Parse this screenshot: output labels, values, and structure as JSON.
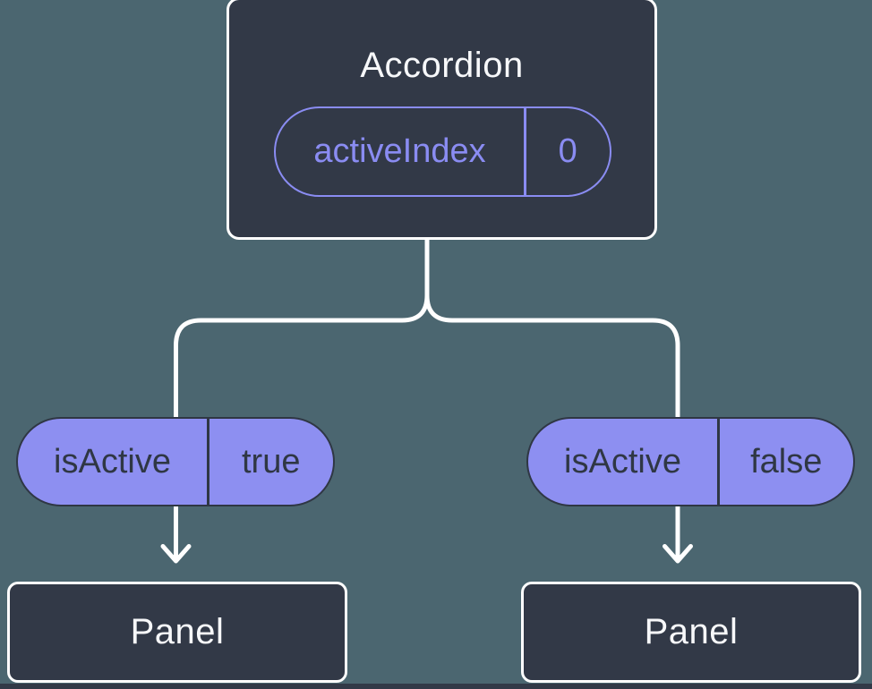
{
  "diagram": {
    "description": "React component tree showing state passed down as props",
    "root": {
      "title": "Accordion",
      "state_pill": {
        "label": "activeIndex",
        "value": "0"
      }
    },
    "branches": [
      {
        "prop": {
          "label": "isActive",
          "value": "true"
        },
        "child_title": "Panel"
      },
      {
        "prop": {
          "label": "isActive",
          "value": "false"
        },
        "child_title": "Panel"
      }
    ],
    "colors": {
      "background": "#4b6670",
      "node_fill": "#323947",
      "node_border": "#ffffff",
      "node_text": "#f7f8fa",
      "accent_purple": "#8a8cf2",
      "prop_pill_fill": "#8d8ff1",
      "prop_pill_text": "#2f3744",
      "edge_line": "#ffffff"
    }
  }
}
